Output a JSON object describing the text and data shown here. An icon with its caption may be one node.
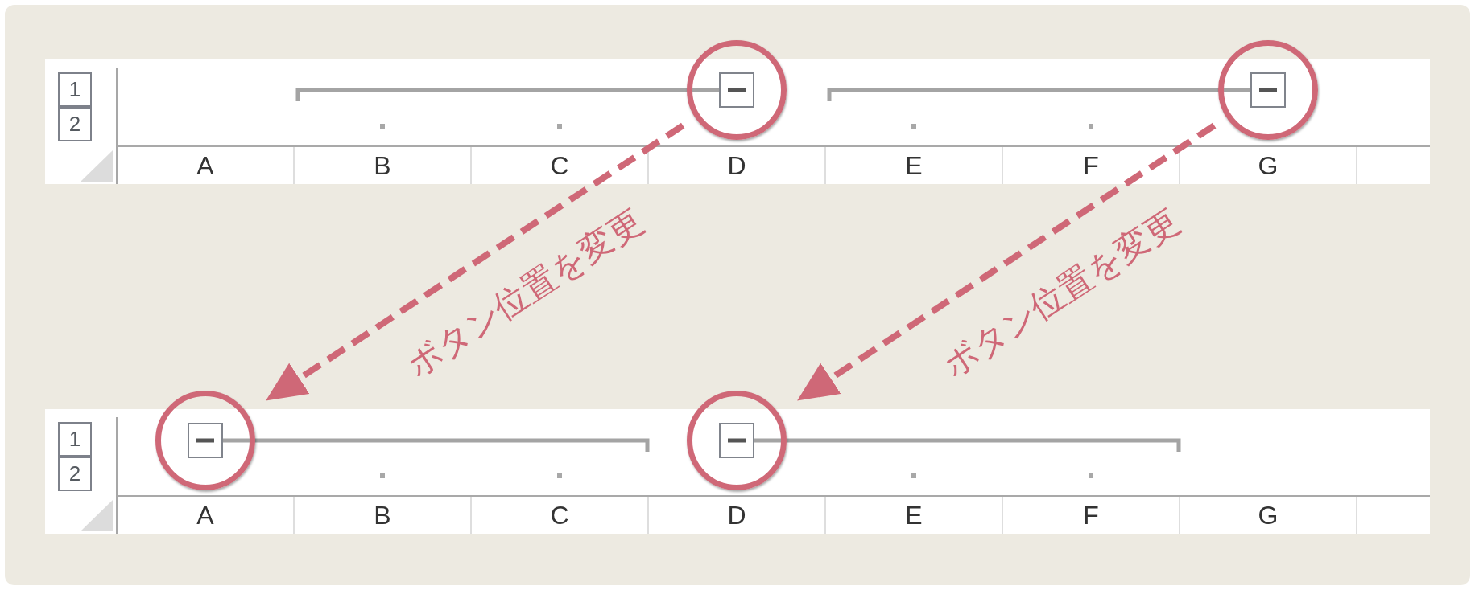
{
  "diagram": {
    "nodes": [
      {
        "text": [],
        "shape": "circle"
      },
      {
        "text": [],
        "shape": "circle"
      },
      {
        "text": [],
        "shape": "circle"
      },
      {
        "text": [],
        "shape": "circle"
      }
    ],
    "edges": [
      {
        "from": 0,
        "to": 2,
        "arrow": "to",
        "style": "dashed",
        "label": "ボタン位置を変更"
      },
      {
        "from": 1,
        "to": 3,
        "arrow": "to",
        "style": "dashed",
        "label": "ボタン位置を変更"
      }
    ],
    "labels": [
      "1",
      "2",
      "A",
      "B",
      "C",
      "D",
      "E",
      "F",
      "G",
      "1",
      "2",
      "A",
      "B",
      "C",
      "D",
      "E",
      "F",
      "G"
    ]
  }
}
